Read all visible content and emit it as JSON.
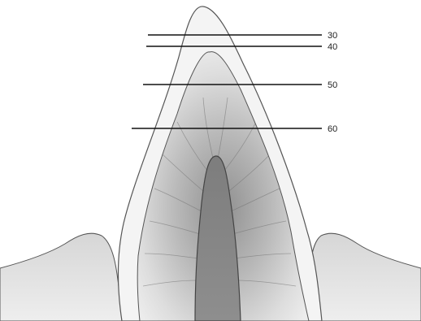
{
  "diagram": {
    "levels": [
      {
        "label": "30"
      },
      {
        "label": "40"
      },
      {
        "label": "50"
      },
      {
        "label": "60"
      }
    ]
  }
}
